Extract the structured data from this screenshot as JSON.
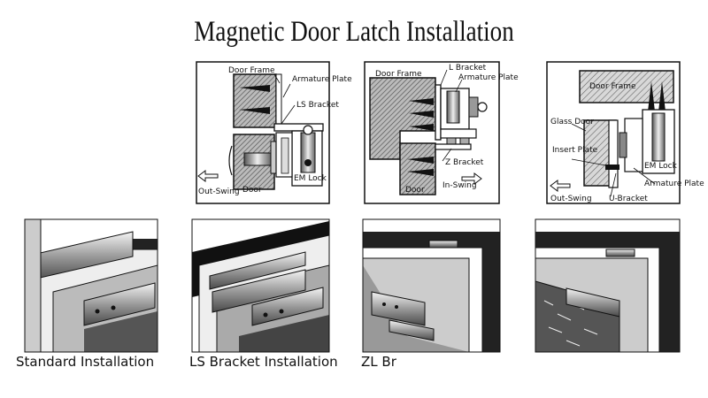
{
  "title": "Magnetic Door Latch Installation",
  "diagram1": {
    "door_frame": "Door Frame",
    "armature_plate": "Armature Plate",
    "ls_bracket": "LS Bracket",
    "em_lock": "EM Lock",
    "door": "Door",
    "swing": "Out-Swing"
  },
  "diagram2": {
    "door_frame": "Door Frame",
    "l_bracket": "L Bracket",
    "armature_plate": "Armature Plate",
    "z_bracket": "Z Bracket",
    "door": "Door",
    "swing": "In-Swing"
  },
  "diagram3": {
    "door_frame": "Door Frame",
    "glass_door": "Glass Door",
    "insert_plate": "Insert Plate",
    "em_lock": "EM Lock",
    "armature_plate": "Armature Plate",
    "swing": "Out-Swing",
    "u_bracket": "U-Bracket"
  },
  "captions": [
    "Standard Installation",
    "LS Bracket Installation",
    "ZL Br"
  ]
}
